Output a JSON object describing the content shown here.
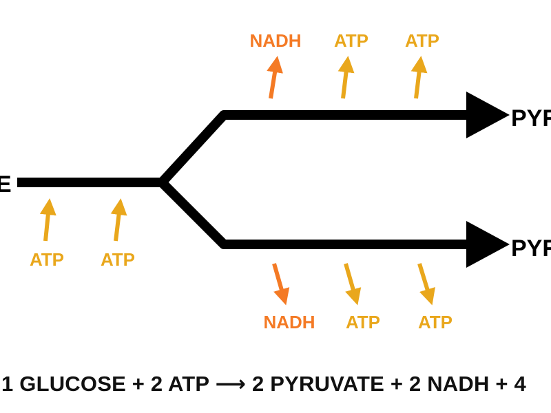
{
  "colors": {
    "atp": "#E9A71C",
    "nadh": "#F47A25",
    "pathway": "#000000",
    "text": "#111111"
  },
  "diagram": {
    "start_label": "E",
    "end_labels": [
      "PYR",
      "PYR"
    ],
    "input_labels": [
      "ATP",
      "ATP"
    ],
    "top_output_labels": [
      "NADH",
      "ATP",
      "ATP"
    ],
    "bottom_output_labels": [
      "NADH",
      "ATP",
      "ATP"
    ]
  },
  "equation": "1 GLUCOSE + 2 ATP ⟶ 2 PYRUVATE + 2 NADH + 4"
}
